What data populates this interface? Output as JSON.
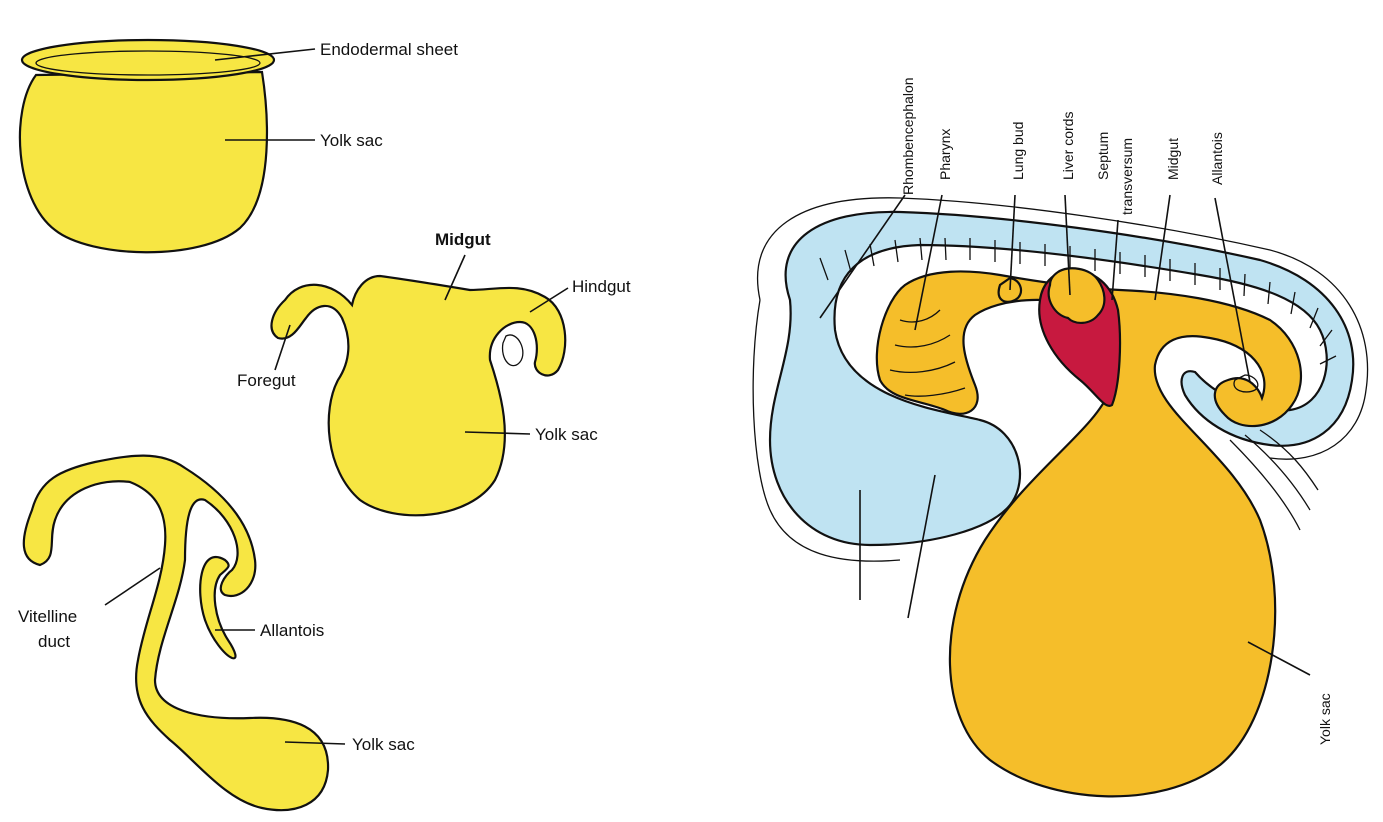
{
  "colors": {
    "yolk_light": "#f7e643",
    "gut_orange": "#f5be2a",
    "ectoderm_blue": "#bfe3f2",
    "liver_red": "#c7193f",
    "outline": "#111111",
    "background": "#ffffff"
  },
  "left_panel": {
    "stage1": {
      "endodermal_sheet": "Endodermal sheet",
      "yolk_sac": "Yolk sac"
    },
    "stage2": {
      "midgut": "Midgut",
      "hindgut": "Hindgut",
      "foregut": "Foregut",
      "yolk_sac": "Yolk sac"
    },
    "stage3": {
      "vitelline_line1": "Vitelline",
      "vitelline_line2": "duct",
      "allantois": "Allantois",
      "yolk_sac": "Yolk sac"
    }
  },
  "right_panel": {
    "labels": {
      "rhombencephalon": "Rhombencephalon",
      "pharynx": "Pharynx",
      "lung_bud": "Lung bud",
      "liver_cords": "Liver cords",
      "septum": "Septum",
      "transversum": "transversum",
      "midgut": "Midgut",
      "allantois": "Allantois",
      "yolk_sac": "Yolk sac"
    }
  }
}
